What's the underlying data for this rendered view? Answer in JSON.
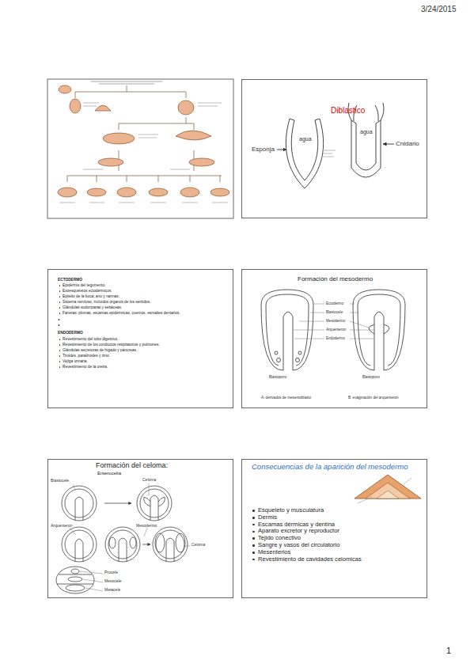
{
  "diagram": {
    "nodes": [
      {
        "text": [
          "Diblastico"
        ]
      },
      {
        "text": [
          "ECTODERMO",
          "Epidermis del tegumento.",
          "Exoesqueletos ectodérmicos.",
          "Epitelio de la boca, ano y narinas.",
          "Sistema nervioso, incluidos órganos de los sentidos.",
          "Glándulas sudoríparas y sebáceas.",
          "Faneras: plumas, escamas epidérmicas, cuernos, esmaltes dentarios.",
          "ENDODERMO",
          "Revestimiento del tubo digestivo.",
          "Revestimiento de los conductos respiratorios y pulmones.",
          "Glándulas secretoras de hígado y páncreas.",
          "Tiroides, paratiroides y timo.",
          "Vejiga urinaria.",
          "Revestimiento de la uretra."
        ]
      },
      {
        "text": [
          "Formación del mesodermo"
        ]
      },
      {
        "text": [
          "Formación del celoma:",
          "Enterocelia"
        ]
      },
      {
        "text": [
          "Consecuencias de la aparición del mesodermo",
          "Esqueleto y musculatura",
          "Dermis",
          "Escamas dérmicas y dentina",
          "Aparato excretor y reproductor",
          "Tejido conectivo",
          "Sangre y vasos del circulatorio",
          "Mesenterios",
          "Revestimiento de cavidades celomicas"
        ]
      }
    ],
    "labels": [
      "3/24/2015",
      "Esponja",
      "agua",
      "agua",
      "Cnidario",
      "Ectodermo",
      "Blastocele",
      "Mesodermo",
      "Arquénteron",
      "Endodermo",
      "Blastoporo",
      "Blastoporo",
      "A: derivados de mesentoblasto",
      "B: evaginación del arquénteron",
      "Blastocele",
      "Celoma",
      "Arquénteron",
      "Mesodermo",
      "Celoma",
      "Procele",
      "Mesocele",
      "Metacele",
      "1"
    ]
  }
}
